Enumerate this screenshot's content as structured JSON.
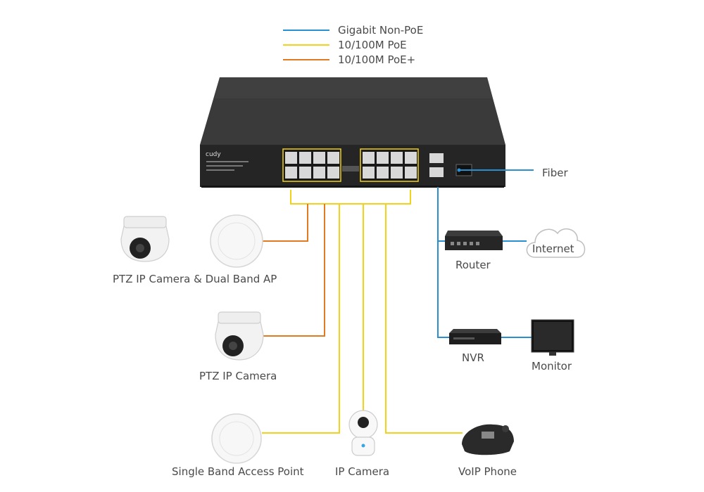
{
  "legend": [
    {
      "label": "Gigabit Non-PoE",
      "color": "#2a8fd0"
    },
    {
      "label": "10/100M PoE",
      "color": "#f3d21b"
    },
    {
      "label": "10/100M PoE+",
      "color": "#e07b22"
    }
  ],
  "switch": {
    "brand": "cudy"
  },
  "nodes": {
    "fiber": "Fiber",
    "internet": "Internet",
    "router": "Router",
    "nvr": "NVR",
    "monitor": "Monitor",
    "ptz_ap": "PTZ IP Camera & Dual Band AP",
    "ptz": "PTZ IP Camera",
    "single_ap": "Single Band Access Point",
    "ip_camera": "IP Camera",
    "voip": "VoIP Phone"
  },
  "colors": {
    "gigabit": "#2a8fd0",
    "poe": "#f3d21b",
    "poe_plus": "#e07b22",
    "switch_body": "#2b2b2b"
  }
}
